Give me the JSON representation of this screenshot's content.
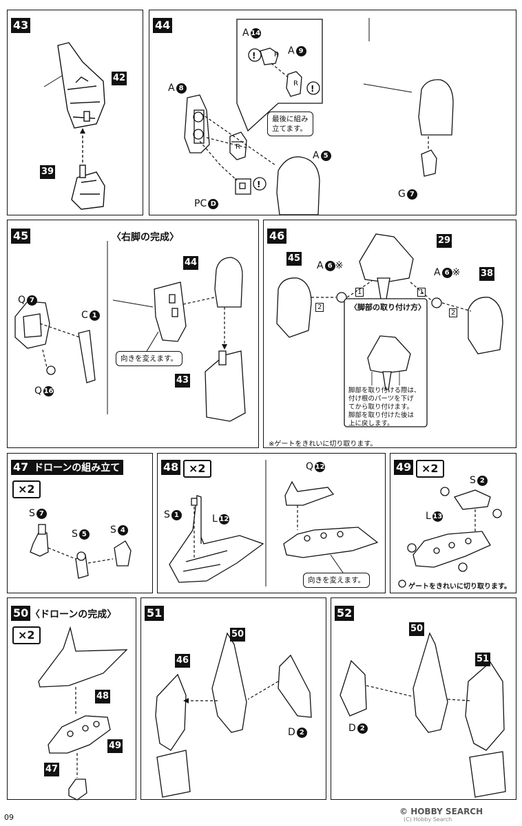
{
  "page_number": "09",
  "watermark": {
    "text": "HOBBY SEARCH",
    "prefix": "©",
    "caption": "(C) Hobby Search"
  },
  "panels": {
    "p43": {
      "step": "43",
      "parts": [
        "42",
        "39"
      ]
    },
    "p44": {
      "step": "44",
      "labels": {
        "a8": "A",
        "a8n": "8",
        "a14": "A",
        "a14n": "14",
        "a9": "A",
        "a9n": "9",
        "a5": "A",
        "a5n": "5",
        "pcd": "PC",
        "pcdn": "D",
        "g7": "G",
        "g7n": "7"
      },
      "callout": "最後に組み\n立てます。",
      "mark_r": "R",
      "caution": "!"
    },
    "p45": {
      "step": "45",
      "title": "〈右脚の完成〉",
      "labels": {
        "q7": "Q",
        "q7n": "7",
        "c1": "C",
        "c1n": "1",
        "q16": "Q",
        "q16n": "16"
      },
      "parts": [
        "44",
        "43"
      ],
      "note": "向きを変えます。"
    },
    "p46": {
      "step": "46",
      "parts": [
        "45",
        "29",
        "38"
      ],
      "labels": {
        "a6l": "A",
        "a6ln": "6",
        "a6r": "A",
        "a6rn": "6",
        "mark": "※"
      },
      "order": [
        "1",
        "2"
      ],
      "inset_title": "〈脚部の取り付け方〉",
      "inset_text": "脚部を取り付ける際は、\n付け根のパーツを下げ\nてから取り付けます。\n脚部を取り付けた後は\n上に戻します。",
      "gate_note": "※ゲートをきれいに切り取ります。"
    },
    "p47": {
      "step": "47",
      "title": "ドローンの組み立て",
      "multiplier": "×2",
      "labels": {
        "s7": "S",
        "s7n": "7",
        "s5": "S",
        "s5n": "5",
        "s4": "S",
        "s4n": "4"
      }
    },
    "p48": {
      "step": "48",
      "multiplier": "×2",
      "labels": {
        "s1": "S",
        "s1n": "1",
        "l12": "L",
        "l12n": "12",
        "q12": "Q",
        "q12n": "12"
      },
      "note": "向きを変えます。"
    },
    "p49": {
      "step": "49",
      "multiplier": "×2",
      "labels": {
        "s2": "S",
        "s2n": "2",
        "l13": "L",
        "l13n": "13"
      },
      "gate_note": "ゲートをきれいに切り取ります。"
    },
    "p50": {
      "step": "50",
      "title": "〈ドローンの完成〉",
      "multiplier": "×2",
      "parts": [
        "48",
        "49",
        "47"
      ]
    },
    "p51": {
      "step": "51",
      "parts": [
        "50",
        "46"
      ],
      "labels": {
        "d2": "D",
        "d2n": "2"
      }
    },
    "p52": {
      "step": "52",
      "parts": [
        "50",
        "51"
      ],
      "labels": {
        "d2": "D",
        "d2n": "2"
      }
    }
  }
}
